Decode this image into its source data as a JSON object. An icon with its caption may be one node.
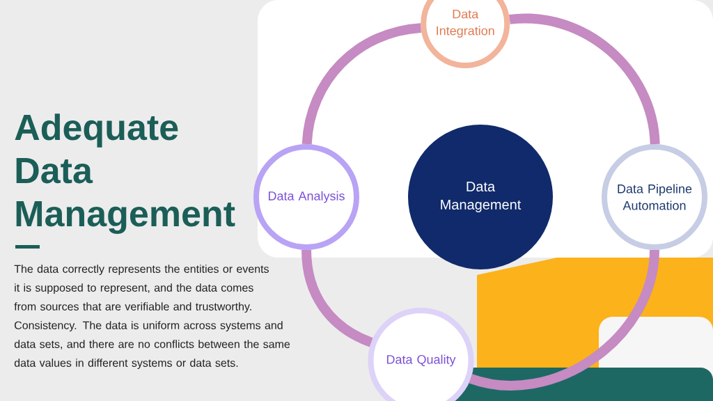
{
  "diagram": {
    "title": "Adequate Data Management",
    "nodes": [
      {
        "text": [
          "Data Integration"
        ]
      },
      {
        "text": [
          "Data Analysis"
        ]
      },
      {
        "text": [
          "Data Management"
        ]
      },
      {
        "text": [
          "Data Pipeline Automation"
        ]
      },
      {
        "text": [
          "Data Quality"
        ]
      }
    ],
    "edges": [
      {
        "from": 1,
        "to": 0,
        "arrow": "none"
      },
      {
        "from": 0,
        "to": 3,
        "arrow": "none"
      },
      {
        "from": 3,
        "to": 4,
        "arrow": "none"
      },
      {
        "from": 1,
        "to": 4,
        "arrow": "none"
      }
    ],
    "labels": [
      "The data correctly represents the entities or events it is supposed to represent, and the data comes from sources that are verifiable and trustworthy. Consistency. The data is uniform across systems and data sets, and there are no conflicts between the same data values in different systems or data sets."
    ]
  }
}
